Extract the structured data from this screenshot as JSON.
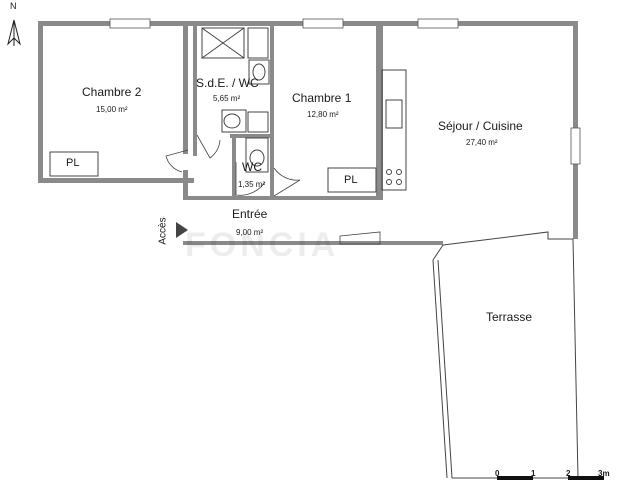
{
  "compass": {
    "label": "N",
    "icon": "north-arrow-icon"
  },
  "rooms": {
    "chambre2": {
      "name": "Chambre 2",
      "area": "15,00 m²"
    },
    "sde": {
      "name": "S.d.E. / WC",
      "area": "5,65 m²"
    },
    "chambre1": {
      "name": "Chambre 1",
      "area": "12,80 m²"
    },
    "sejour": {
      "name": "Séjour / Cuisine",
      "area": "27,40 m²"
    },
    "wc": {
      "name": "WC",
      "area": "1,35 m²"
    },
    "entree": {
      "name": "Entrée",
      "area": "9,00 m²"
    },
    "terrasse": {
      "name": "Terrasse"
    }
  },
  "placards": {
    "pl1": "PL",
    "pl2": "PL"
  },
  "access": {
    "label": "Accès"
  },
  "watermark": "FONCIA",
  "scale_bar": {
    "ticks": [
      "0",
      "1",
      "2",
      "3m"
    ]
  },
  "colors": {
    "wall": "#8a8a8a",
    "line": "#444444"
  }
}
